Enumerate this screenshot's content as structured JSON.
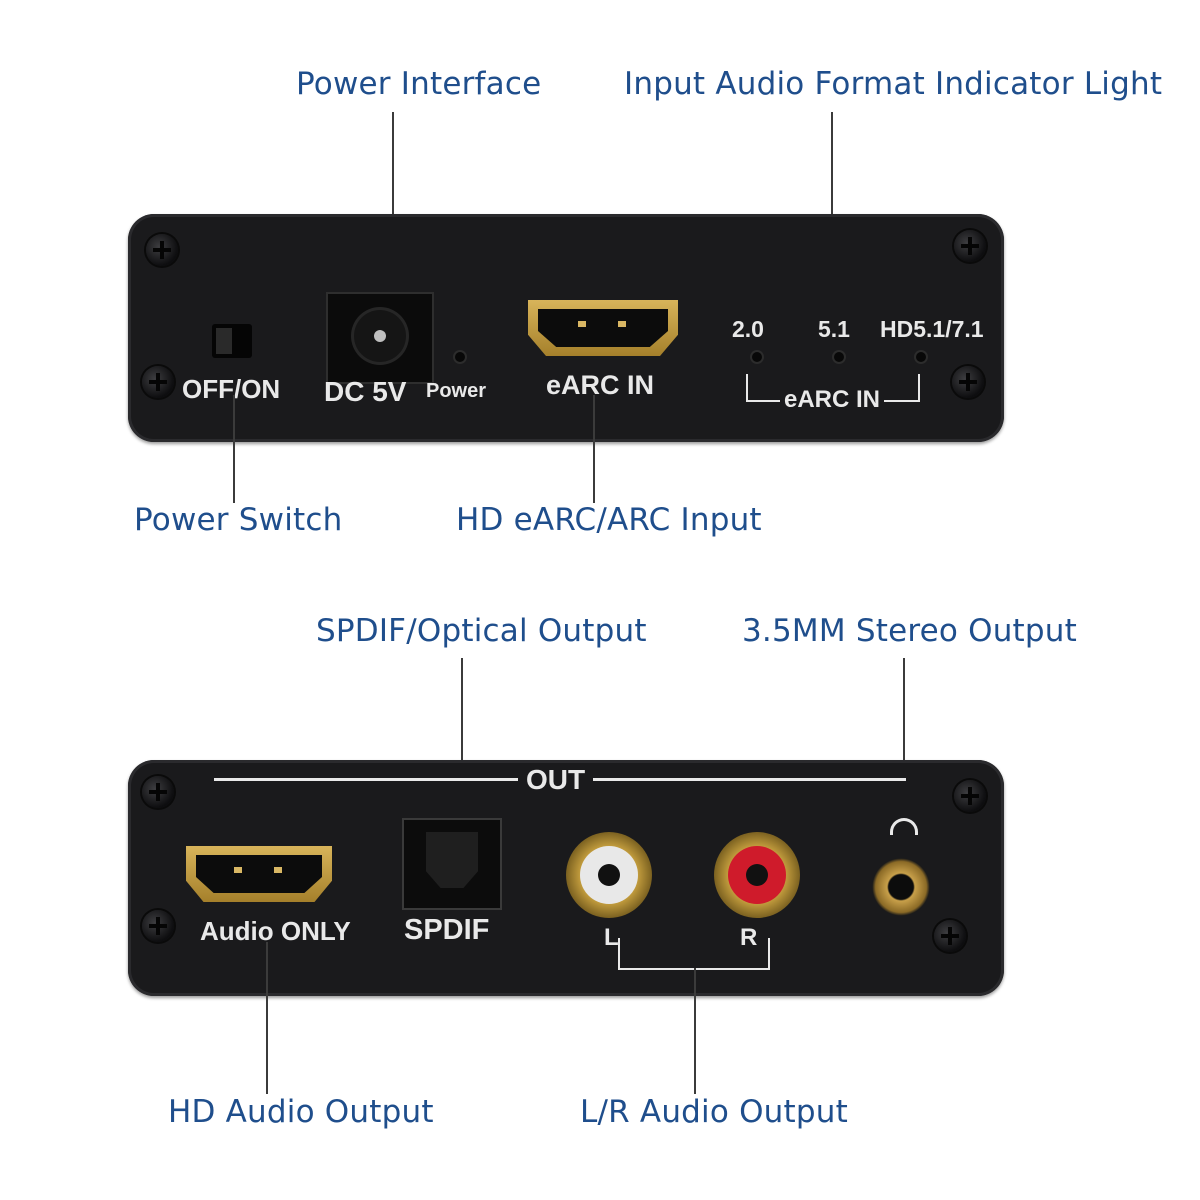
{
  "callouts": {
    "power_interface": "Power Interface",
    "input_audio_format": "Input Audio Format Indicator Light",
    "power_switch": "Power Switch",
    "hd_earc_input": "HD eARC/ARC Input",
    "spdif_optical": "SPDIF/Optical Output",
    "stereo_35mm": "3.5MM Stereo Output",
    "hd_audio_output": "HD Audio Output",
    "lr_audio_output": "L/R Audio Output"
  },
  "top_panel": {
    "switch_label": "OFF/ON",
    "dc_label": "DC 5V",
    "power_led_label": "Power",
    "earc_port_label": "eARC IN",
    "led_labels": [
      "2.0",
      "5.1",
      "HD5.1/7.1"
    ],
    "earc_group_label": "eARC IN"
  },
  "bottom_panel": {
    "out_label": "OUT",
    "hdmi_label": "Audio ONLY",
    "spdif_label": "SPDIF",
    "left_label": "L",
    "right_label": "R"
  },
  "colors": {
    "callout_text": "#1f4e8c",
    "panel": "#1a1a1c",
    "connector_gold": "#c9a240",
    "rca_left_insulator": "#f2f2f2",
    "rca_right_insulator": "#d21a2a"
  },
  "icons": [
    "screw-icon",
    "headphone-icon"
  ]
}
